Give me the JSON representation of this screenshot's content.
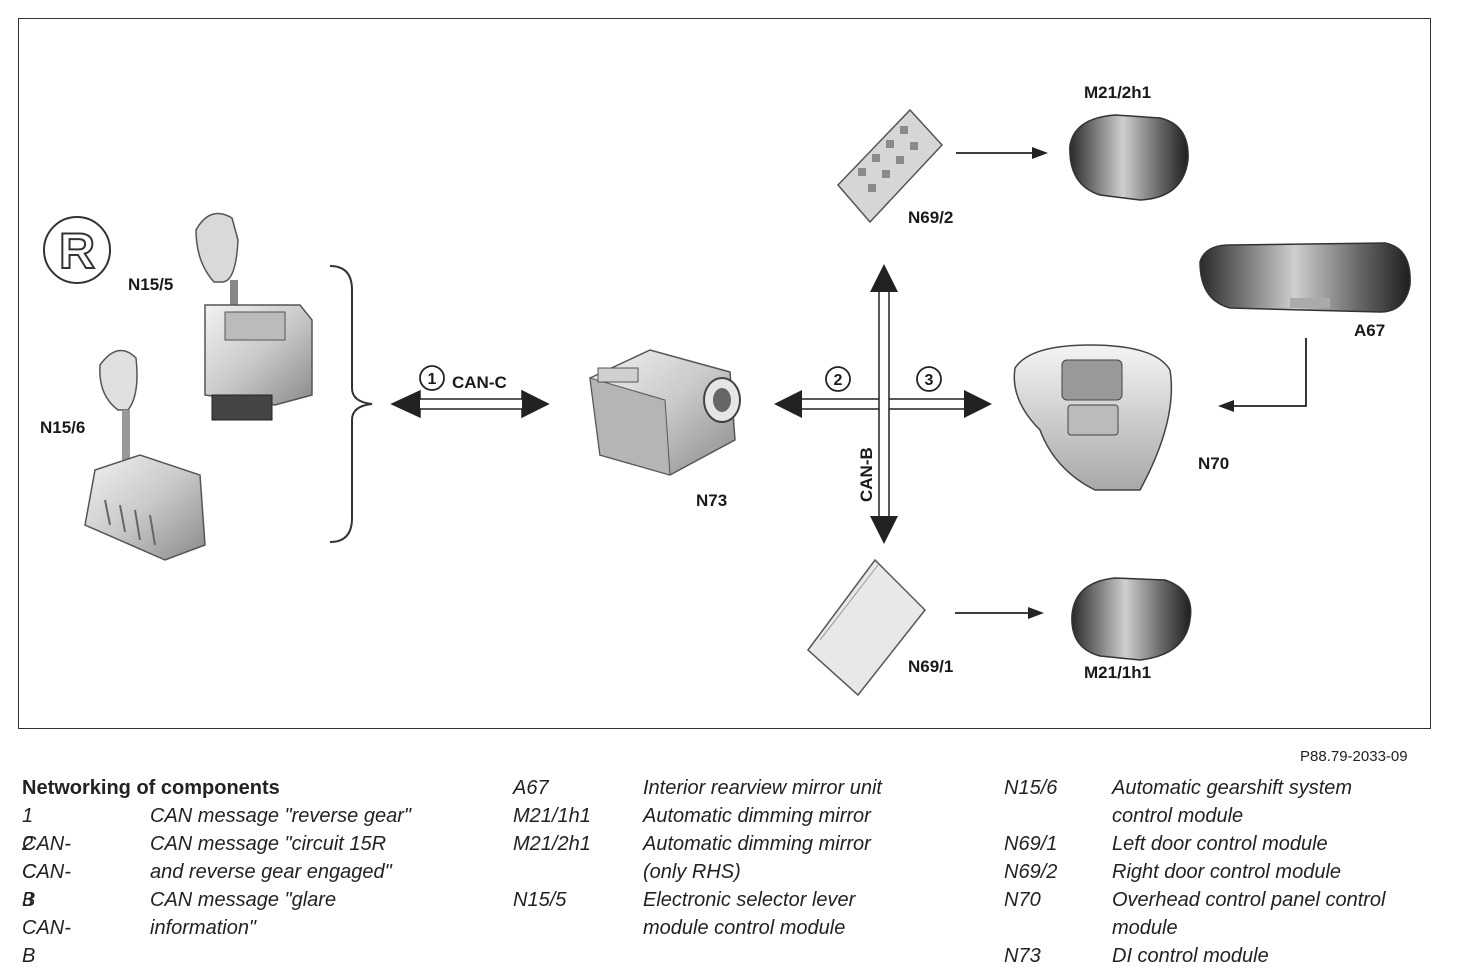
{
  "diagram": {
    "reverse_symbol": "R",
    "labels": {
      "n15_5": "N15/5",
      "n15_6": "N15/6",
      "n73": "N73",
      "n69_2": "N69/2",
      "n69_1": "N69/1",
      "m21_2h1": "M21/2h1",
      "m21_1h1": "M21/1h1",
      "a67": "A67",
      "n70": "N70",
      "can_c": "CAN-C",
      "can_b": "CAN-B",
      "marker_1": "1",
      "marker_2": "2",
      "marker_3": "3"
    }
  },
  "figure_ref": "P88.79-2033-09",
  "legend": {
    "title": "Networking of components",
    "col1": [
      {
        "code": "1 CAN-C",
        "desc": [
          "CAN message \"reverse gear\""
        ]
      },
      {
        "code": "2 CAN-B",
        "desc": [
          "CAN message \"circuit 15R",
          "and reverse gear engaged\""
        ]
      },
      {
        "code": "3 CAN-B",
        "desc": [
          "CAN message \"glare",
          "information\""
        ]
      }
    ],
    "col2": [
      {
        "code": "A67",
        "desc": [
          "Interior rearview mirror unit"
        ]
      },
      {
        "code": "M21/1h1",
        "desc": [
          "Automatic dimming mirror"
        ]
      },
      {
        "code": "M21/2h1",
        "desc": [
          "Automatic dimming mirror",
          "(only RHS)"
        ]
      },
      {
        "code": "N15/5",
        "desc": [
          "Electronic selector lever",
          "module control module"
        ]
      }
    ],
    "col3": [
      {
        "code": "N15/6",
        "desc": [
          "Automatic gearshift system",
          "control module"
        ]
      },
      {
        "code": "N69/1",
        "desc": [
          "Left door control module"
        ]
      },
      {
        "code": "N69/2",
        "desc": [
          "Right door control module"
        ]
      },
      {
        "code": "N70",
        "desc": [
          "Overhead control panel control",
          "module"
        ]
      },
      {
        "code": "N73",
        "desc": [
          "DI control module"
        ]
      }
    ]
  }
}
